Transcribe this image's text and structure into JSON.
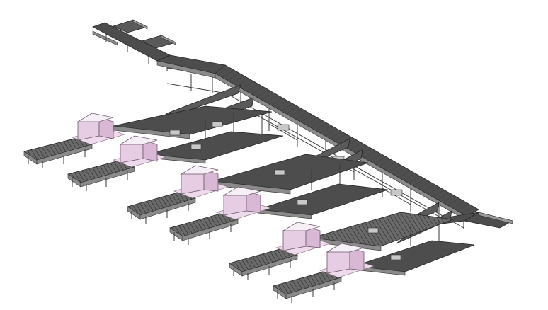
{
  "diagram": {
    "subject": "conveyor-sorting-line",
    "packing_stations": 6,
    "branch_lines": 3
  },
  "colors": {
    "background": "#ffffff",
    "belt": "#4d4d4d",
    "frame": "#3c3c3c",
    "station_box": "#e6cde3",
    "station_box_top": "#f7eff7"
  }
}
